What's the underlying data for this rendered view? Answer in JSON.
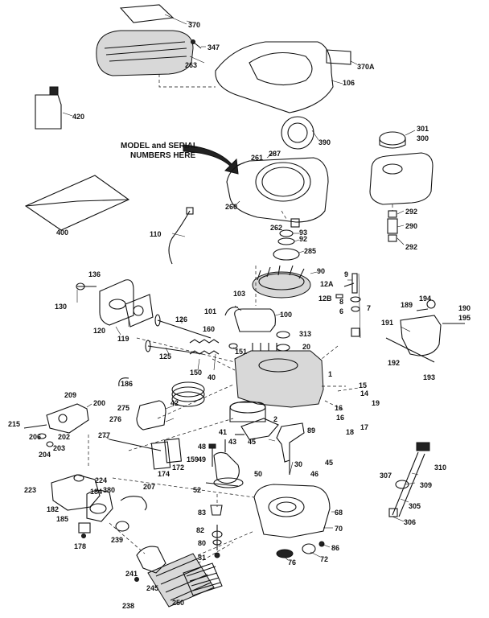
{
  "callout": {
    "line1": "MODEL and SERIAL",
    "line2": "NUMBERS HERE"
  },
  "parts": {
    "p370": "370",
    "p347": "347",
    "p263": "263",
    "p370A": "370A",
    "p106": "106",
    "p420": "420",
    "p400": "400",
    "p110": "110",
    "p390": "390",
    "p301": "301",
    "p300": "300",
    "p261": "261",
    "p287": "287",
    "p260": "260",
    "p292a": "292",
    "p290": "290",
    "p292b": "292",
    "p262": "262",
    "p93": "93",
    "p92": "92",
    "p285": "285",
    "p136": "136",
    "p130": "130",
    "p120": "120",
    "p119": "119",
    "p90": "90",
    "p9": "9",
    "p12A": "12A",
    "p12B": "12B",
    "p8": "8",
    "p6": "6",
    "p7": "7",
    "p103": "103",
    "p101": "101",
    "p100": "100",
    "p126": "126",
    "p125": "125",
    "p160": "160",
    "p313": "313",
    "p20": "20",
    "p151": "151",
    "p150": "150",
    "p40": "40",
    "p194": "194",
    "p189": "189",
    "p190": "190",
    "p191": "191",
    "p195": "195",
    "p192": "192",
    "p193": "193",
    "p1": "1",
    "p15": "15",
    "p14": "14",
    "p19": "19",
    "p16a": "16",
    "p16b": "16",
    "p17": "17",
    "p18": "18",
    "p186": "186",
    "p209": "209",
    "p200": "200",
    "p42": "42",
    "p275": "275",
    "p276": "276",
    "p215": "215",
    "p206": "206",
    "p202": "202",
    "p203": "203",
    "p204": "204",
    "p277": "277",
    "p2": "2",
    "p89": "89",
    "p41": "41",
    "p43": "43",
    "p45a": "45",
    "p45b": "45",
    "p48": "48",
    "p49": "49",
    "p30": "30",
    "p46": "46",
    "p50": "50",
    "p159": "159",
    "p172": "172",
    "p174": "174",
    "p224": "224",
    "p223": "223",
    "p182": "182",
    "p185": "185",
    "p184": "184",
    "p380": "380",
    "p207": "207",
    "p52": "52",
    "p83": "83",
    "p82": "82",
    "p80": "80",
    "p81": "81",
    "p310": "310",
    "p307": "307",
    "p309": "309",
    "p305": "305",
    "p306": "306",
    "p68": "68",
    "p70": "70",
    "p86": "86",
    "p72": "72",
    "p76": "76",
    "p178": "178",
    "p239": "239",
    "p241": "241",
    "p245": "245",
    "p238": "238",
    "p250": "250"
  }
}
